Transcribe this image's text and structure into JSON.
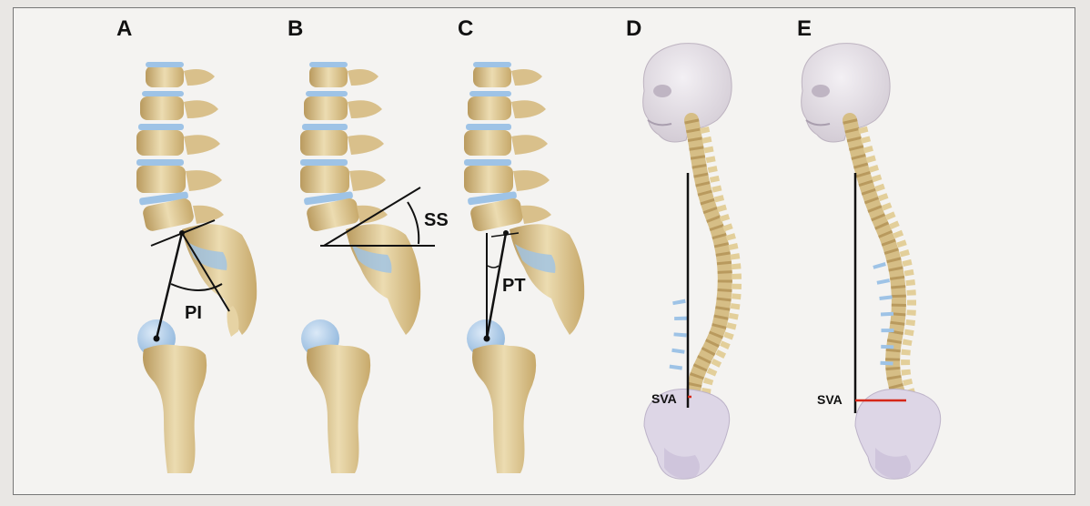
{
  "panels": [
    {
      "letter": "A",
      "measure": "PI"
    },
    {
      "letter": "B",
      "measure": "SS"
    },
    {
      "letter": "C",
      "measure": "PT"
    },
    {
      "letter": "D",
      "measure": "SVA"
    },
    {
      "letter": "E",
      "measure": "SVA"
    }
  ],
  "colors": {
    "bone": "#e6d3a4",
    "bone_shade": "#b99a5e",
    "disc": "#9ec3e6",
    "skull": "#e2dde3",
    "pelvis_light": "#ddd6e6",
    "line": "#111111",
    "sva_offset": "#d62718",
    "background": "#f4f3f1"
  }
}
